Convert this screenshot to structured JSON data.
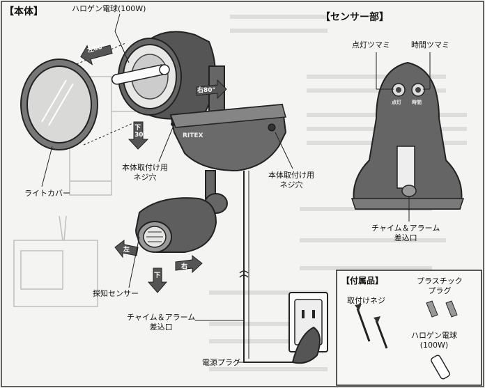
{
  "sections": {
    "main_body": "【本体】",
    "sensor_part": "【センサー部】",
    "accessories": "【付属品】"
  },
  "labels": {
    "halogen_bulb": "ハロゲン電球(100W)",
    "light_cover": "ライトカバー",
    "mount_hole_left": [
      "本体取付け用",
      "ネジ穴"
    ],
    "mount_hole_right": [
      "本体取付け用",
      "ネジ穴"
    ],
    "detect_sensor": "探知センサー",
    "chime_alarm_inlet_left": [
      "チャイム＆アラーム",
      "差込口"
    ],
    "power_plug": "電源プラグ",
    "lighting_knob": "点灯ツマミ",
    "time_knob": "時間ツマミ",
    "chime_alarm_inlet_right": [
      "チャイム＆アラーム",
      "差込口"
    ],
    "knob_marks": [
      "点灯",
      "時間"
    ],
    "brand": "RITEX"
  },
  "rotation_arrows": {
    "lamp_left": "左80°",
    "lamp_right": "右80°",
    "lamp_down": "下30°",
    "sensor_left": "左",
    "sensor_right": "右",
    "sensor_down": "下"
  },
  "accessories": {
    "screws": "取付けネジ",
    "plastic_plug": [
      "プラスチック",
      "プラグ"
    ],
    "halogen_bulb": [
      "ハロゲン電球",
      "(100W)"
    ]
  }
}
